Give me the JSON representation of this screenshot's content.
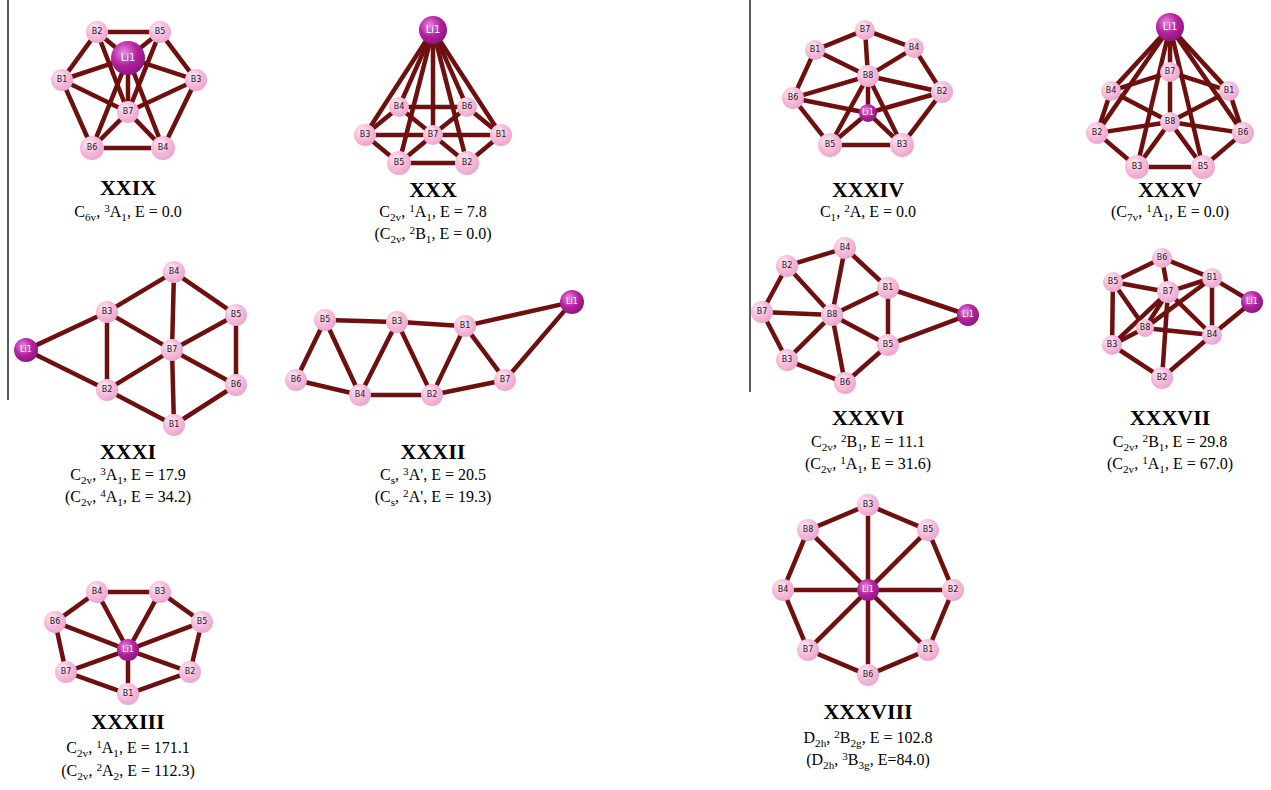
{
  "diagram": {
    "nodes": [
      {
        "text": [
          "Li1"
        ]
      },
      {
        "text": [
          "B2"
        ]
      },
      {
        "text": [
          "B5"
        ]
      },
      {
        "text": [
          "B1"
        ]
      },
      {
        "text": [
          "B3"
        ]
      },
      {
        "text": [
          "B7"
        ]
      },
      {
        "text": [
          "B6"
        ]
      },
      {
        "text": [
          "B4"
        ]
      },
      {
        "text": [
          "Li1"
        ]
      },
      {
        "text": [
          "B4"
        ]
      },
      {
        "text": [
          "B6"
        ]
      },
      {
        "text": [
          "B3"
        ]
      },
      {
        "text": [
          "B7"
        ]
      },
      {
        "text": [
          "B1"
        ]
      },
      {
        "text": [
          "B5"
        ]
      },
      {
        "text": [
          "B2"
        ]
      },
      {
        "text": [
          "Li1"
        ]
      },
      {
        "text": [
          "B4"
        ]
      },
      {
        "text": [
          "B3"
        ]
      },
      {
        "text": [
          "B5"
        ]
      },
      {
        "text": [
          "B7"
        ]
      },
      {
        "text": [
          "B2"
        ]
      },
      {
        "text": [
          "B6"
        ]
      },
      {
        "text": [
          "B1"
        ]
      },
      {
        "text": [
          "B5"
        ]
      },
      {
        "text": [
          "B3"
        ]
      },
      {
        "text": [
          "B1"
        ]
      },
      {
        "text": [
          "Li1"
        ]
      },
      {
        "text": [
          "B6"
        ]
      },
      {
        "text": [
          "B4"
        ]
      },
      {
        "text": [
          "B2"
        ]
      },
      {
        "text": [
          "B7"
        ]
      },
      {
        "text": [
          "B4"
        ]
      },
      {
        "text": [
          "B3"
        ]
      },
      {
        "text": [
          "B6"
        ]
      },
      {
        "text": [
          "B5"
        ]
      },
      {
        "text": [
          "Li1"
        ]
      },
      {
        "text": [
          "B7"
        ]
      },
      {
        "text": [
          "B2"
        ]
      },
      {
        "text": [
          "B1"
        ]
      },
      {
        "text": [
          "B7"
        ]
      },
      {
        "text": [
          "B1"
        ]
      },
      {
        "text": [
          "B4"
        ]
      },
      {
        "text": [
          "B8"
        ]
      },
      {
        "text": [
          "B6"
        ]
      },
      {
        "text": [
          "B2"
        ]
      },
      {
        "text": [
          "Li1"
        ]
      },
      {
        "text": [
          "B5"
        ]
      },
      {
        "text": [
          "B3"
        ]
      },
      {
        "text": [
          "Li1"
        ]
      },
      {
        "text": [
          "B7"
        ]
      },
      {
        "text": [
          "B4"
        ]
      },
      {
        "text": [
          "B1"
        ]
      },
      {
        "text": [
          "B2"
        ]
      },
      {
        "text": [
          "B8"
        ]
      },
      {
        "text": [
          "B6"
        ]
      },
      {
        "text": [
          "B3"
        ]
      },
      {
        "text": [
          "B5"
        ]
      },
      {
        "text": [
          "B4"
        ]
      },
      {
        "text": [
          "B2"
        ]
      },
      {
        "text": [
          "B1"
        ]
      },
      {
        "text": [
          "B7"
        ]
      },
      {
        "text": [
          "B8"
        ]
      },
      {
        "text": [
          "Li1"
        ]
      },
      {
        "text": [
          "B5"
        ]
      },
      {
        "text": [
          "B3"
        ]
      },
      {
        "text": [
          "B6"
        ]
      },
      {
        "text": [
          "B6"
        ]
      },
      {
        "text": [
          "B5"
        ]
      },
      {
        "text": [
          "B1"
        ]
      },
      {
        "text": [
          "B7"
        ]
      },
      {
        "text": [
          "B8"
        ]
      },
      {
        "text": [
          "Li1"
        ]
      },
      {
        "text": [
          "B3"
        ]
      },
      {
        "text": [
          "B4"
        ]
      },
      {
        "text": [
          "B2"
        ]
      },
      {
        "text": [
          "B3"
        ]
      },
      {
        "text": [
          "B8"
        ]
      },
      {
        "text": [
          "B5"
        ]
      },
      {
        "text": [
          "B4"
        ]
      },
      {
        "text": [
          "Li1"
        ]
      },
      {
        "text": [
          "B2"
        ]
      },
      {
        "text": [
          "B7"
        ]
      },
      {
        "text": [
          "B1"
        ]
      },
      {
        "text": [
          "B6"
        ]
      }
    ],
    "edges": [
      {
        "from": 3,
        "to": 1,
        "arrow": "none"
      },
      {
        "from": 1,
        "to": 2,
        "arrow": "none"
      },
      {
        "from": 2,
        "to": 4,
        "arrow": "none"
      },
      {
        "from": 4,
        "to": 7,
        "arrow": "none"
      },
      {
        "from": 7,
        "to": 6,
        "arrow": "none"
      },
      {
        "from": 6,
        "to": 3,
        "arrow": "none"
      },
      {
        "from": 5,
        "to": 3,
        "arrow": "none"
      },
      {
        "from": 5,
        "to": 1,
        "arrow": "none"
      },
      {
        "from": 5,
        "to": 2,
        "arrow": "none"
      },
      {
        "from": 5,
        "to": 4,
        "arrow": "none"
      },
      {
        "from": 5,
        "to": 7,
        "arrow": "none"
      },
      {
        "from": 5,
        "to": 6,
        "arrow": "none"
      },
      {
        "from": 0,
        "to": 3,
        "arrow": "none"
      },
      {
        "from": 0,
        "to": 1,
        "arrow": "none"
      },
      {
        "from": 0,
        "to": 2,
        "arrow": "none"
      },
      {
        "from": 0,
        "to": 4,
        "arrow": "none"
      },
      {
        "from": 0,
        "to": 7,
        "arrow": "none"
      },
      {
        "from": 0,
        "to": 6,
        "arrow": "none"
      },
      {
        "from": 0,
        "to": 5,
        "arrow": "none"
      },
      {
        "from": 11,
        "to": 9,
        "arrow": "none"
      },
      {
        "from": 9,
        "to": 10,
        "arrow": "none"
      },
      {
        "from": 10,
        "to": 13,
        "arrow": "none"
      },
      {
        "from": 13,
        "to": 15,
        "arrow": "none"
      },
      {
        "from": 15,
        "to": 14,
        "arrow": "none"
      },
      {
        "from": 14,
        "to": 11,
        "arrow": "none"
      },
      {
        "from": 12,
        "to": 9,
        "arrow": "none"
      },
      {
        "from": 12,
        "to": 10,
        "arrow": "none"
      },
      {
        "from": 12,
        "to": 11,
        "arrow": "none"
      },
      {
        "from": 12,
        "to": 13,
        "arrow": "none"
      },
      {
        "from": 12,
        "to": 14,
        "arrow": "none"
      },
      {
        "from": 12,
        "to": 15,
        "arrow": "none"
      },
      {
        "from": 8,
        "to": 9,
        "arrow": "none"
      },
      {
        "from": 8,
        "to": 10,
        "arrow": "none"
      },
      {
        "from": 8,
        "to": 11,
        "arrow": "none"
      },
      {
        "from": 8,
        "to": 13,
        "arrow": "none"
      },
      {
        "from": 8,
        "to": 14,
        "arrow": "none"
      },
      {
        "from": 8,
        "to": 15,
        "arrow": "none"
      },
      {
        "from": 8,
        "to": 12,
        "arrow": "none"
      },
      {
        "from": 16,
        "to": 18,
        "arrow": "none"
      },
      {
        "from": 16,
        "to": 21,
        "arrow": "none"
      },
      {
        "from": 18,
        "to": 21,
        "arrow": "none"
      },
      {
        "from": 18,
        "to": 17,
        "arrow": "none"
      },
      {
        "from": 17,
        "to": 19,
        "arrow": "none"
      },
      {
        "from": 19,
        "to": 22,
        "arrow": "none"
      },
      {
        "from": 22,
        "to": 23,
        "arrow": "none"
      },
      {
        "from": 23,
        "to": 21,
        "arrow": "none"
      },
      {
        "from": 20,
        "to": 18,
        "arrow": "none"
      },
      {
        "from": 20,
        "to": 17,
        "arrow": "none"
      },
      {
        "from": 20,
        "to": 19,
        "arrow": "none"
      },
      {
        "from": 20,
        "to": 22,
        "arrow": "none"
      },
      {
        "from": 20,
        "to": 23,
        "arrow": "none"
      },
      {
        "from": 20,
        "to": 21,
        "arrow": "none"
      },
      {
        "from": 24,
        "to": 25,
        "arrow": "none"
      },
      {
        "from": 25,
        "to": 26,
        "arrow": "none"
      },
      {
        "from": 24,
        "to": 28,
        "arrow": "none"
      },
      {
        "from": 28,
        "to": 29,
        "arrow": "none"
      },
      {
        "from": 24,
        "to": 29,
        "arrow": "none"
      },
      {
        "from": 29,
        "to": 25,
        "arrow": "none"
      },
      {
        "from": 25,
        "to": 30,
        "arrow": "none"
      },
      {
        "from": 29,
        "to": 30,
        "arrow": "none"
      },
      {
        "from": 30,
        "to": 26,
        "arrow": "none"
      },
      {
        "from": 30,
        "to": 31,
        "arrow": "none"
      },
      {
        "from": 26,
        "to": 31,
        "arrow": "none"
      },
      {
        "from": 26,
        "to": 27,
        "arrow": "none"
      },
      {
        "from": 31,
        "to": 27,
        "arrow": "none"
      },
      {
        "from": 32,
        "to": 33,
        "arrow": "none"
      },
      {
        "from": 33,
        "to": 35,
        "arrow": "none"
      },
      {
        "from": 35,
        "to": 38,
        "arrow": "none"
      },
      {
        "from": 38,
        "to": 39,
        "arrow": "none"
      },
      {
        "from": 39,
        "to": 37,
        "arrow": "none"
      },
      {
        "from": 37,
        "to": 34,
        "arrow": "none"
      },
      {
        "from": 34,
        "to": 32,
        "arrow": "none"
      },
      {
        "from": 36,
        "to": 32,
        "arrow": "none"
      },
      {
        "from": 36,
        "to": 33,
        "arrow": "none"
      },
      {
        "from": 36,
        "to": 34,
        "arrow": "none"
      },
      {
        "from": 36,
        "to": 35,
        "arrow": "none"
      },
      {
        "from": 36,
        "to": 37,
        "arrow": "none"
      },
      {
        "from": 36,
        "to": 38,
        "arrow": "none"
      },
      {
        "from": 36,
        "to": 39,
        "arrow": "none"
      },
      {
        "from": 40,
        "to": 42,
        "arrow": "none"
      },
      {
        "from": 42,
        "to": 45,
        "arrow": "none"
      },
      {
        "from": 45,
        "to": 48,
        "arrow": "none"
      },
      {
        "from": 48,
        "to": 47,
        "arrow": "none"
      },
      {
        "from": 47,
        "to": 44,
        "arrow": "none"
      },
      {
        "from": 44,
        "to": 41,
        "arrow": "none"
      },
      {
        "from": 41,
        "to": 40,
        "arrow": "none"
      },
      {
        "from": 43,
        "to": 40,
        "arrow": "none"
      },
      {
        "from": 43,
        "to": 41,
        "arrow": "none"
      },
      {
        "from": 43,
        "to": 42,
        "arrow": "none"
      },
      {
        "from": 43,
        "to": 44,
        "arrow": "none"
      },
      {
        "from": 43,
        "to": 45,
        "arrow": "none"
      },
      {
        "from": 43,
        "to": 47,
        "arrow": "none"
      },
      {
        "from": 43,
        "to": 48,
        "arrow": "none"
      },
      {
        "from": 46,
        "to": 43,
        "arrow": "none"
      },
      {
        "from": 46,
        "to": 44,
        "arrow": "none"
      },
      {
        "from": 46,
        "to": 45,
        "arrow": "none"
      },
      {
        "from": 46,
        "to": 47,
        "arrow": "none"
      },
      {
        "from": 46,
        "to": 48,
        "arrow": "none"
      },
      {
        "from": 53,
        "to": 51,
        "arrow": "none"
      },
      {
        "from": 51,
        "to": 50,
        "arrow": "none"
      },
      {
        "from": 50,
        "to": 52,
        "arrow": "none"
      },
      {
        "from": 52,
        "to": 55,
        "arrow": "none"
      },
      {
        "from": 55,
        "to": 57,
        "arrow": "none"
      },
      {
        "from": 57,
        "to": 56,
        "arrow": "none"
      },
      {
        "from": 56,
        "to": 53,
        "arrow": "none"
      },
      {
        "from": 54,
        "to": 53,
        "arrow": "none"
      },
      {
        "from": 54,
        "to": 51,
        "arrow": "none"
      },
      {
        "from": 54,
        "to": 50,
        "arrow": "none"
      },
      {
        "from": 54,
        "to": 52,
        "arrow": "none"
      },
      {
        "from": 54,
        "to": 55,
        "arrow": "none"
      },
      {
        "from": 54,
        "to": 57,
        "arrow": "none"
      },
      {
        "from": 54,
        "to": 56,
        "arrow": "none"
      },
      {
        "from": 49,
        "to": 53,
        "arrow": "none"
      },
      {
        "from": 49,
        "to": 51,
        "arrow": "none"
      },
      {
        "from": 49,
        "to": 50,
        "arrow": "none"
      },
      {
        "from": 49,
        "to": 52,
        "arrow": "none"
      },
      {
        "from": 49,
        "to": 55,
        "arrow": "none"
      },
      {
        "from": 49,
        "to": 57,
        "arrow": "none"
      },
      {
        "from": 49,
        "to": 56,
        "arrow": "none"
      },
      {
        "from": 58,
        "to": 59,
        "arrow": "none"
      },
      {
        "from": 59,
        "to": 61,
        "arrow": "none"
      },
      {
        "from": 61,
        "to": 65,
        "arrow": "none"
      },
      {
        "from": 65,
        "to": 66,
        "arrow": "none"
      },
      {
        "from": 66,
        "to": 64,
        "arrow": "none"
      },
      {
        "from": 64,
        "to": 60,
        "arrow": "none"
      },
      {
        "from": 60,
        "to": 58,
        "arrow": "none"
      },
      {
        "from": 62,
        "to": 58,
        "arrow": "none"
      },
      {
        "from": 62,
        "to": 59,
        "arrow": "none"
      },
      {
        "from": 62,
        "to": 60,
        "arrow": "none"
      },
      {
        "from": 62,
        "to": 61,
        "arrow": "none"
      },
      {
        "from": 62,
        "to": 64,
        "arrow": "none"
      },
      {
        "from": 62,
        "to": 65,
        "arrow": "none"
      },
      {
        "from": 62,
        "to": 66,
        "arrow": "none"
      },
      {
        "from": 60,
        "to": 63,
        "arrow": "none"
      },
      {
        "from": 64,
        "to": 63,
        "arrow": "none"
      },
      {
        "from": 67,
        "to": 68,
        "arrow": "none"
      },
      {
        "from": 67,
        "to": 69,
        "arrow": "none"
      },
      {
        "from": 68,
        "to": 73,
        "arrow": "none"
      },
      {
        "from": 73,
        "to": 75,
        "arrow": "none"
      },
      {
        "from": 75,
        "to": 74,
        "arrow": "none"
      },
      {
        "from": 74,
        "to": 69,
        "arrow": "none"
      },
      {
        "from": 70,
        "to": 67,
        "arrow": "none"
      },
      {
        "from": 70,
        "to": 68,
        "arrow": "none"
      },
      {
        "from": 70,
        "to": 69,
        "arrow": "none"
      },
      {
        "from": 70,
        "to": 73,
        "arrow": "none"
      },
      {
        "from": 70,
        "to": 75,
        "arrow": "none"
      },
      {
        "from": 70,
        "to": 74,
        "arrow": "none"
      },
      {
        "from": 70,
        "to": 71,
        "arrow": "none"
      },
      {
        "from": 71,
        "to": 68,
        "arrow": "none"
      },
      {
        "from": 71,
        "to": 73,
        "arrow": "none"
      },
      {
        "from": 71,
        "to": 74,
        "arrow": "none"
      },
      {
        "from": 71,
        "to": 69,
        "arrow": "none"
      },
      {
        "from": 69,
        "to": 72,
        "arrow": "none"
      },
      {
        "from": 74,
        "to": 72,
        "arrow": "none"
      },
      {
        "from": 76,
        "to": 78,
        "arrow": "none"
      },
      {
        "from": 78,
        "to": 81,
        "arrow": "none"
      },
      {
        "from": 81,
        "to": 83,
        "arrow": "none"
      },
      {
        "from": 83,
        "to": 84,
        "arrow": "none"
      },
      {
        "from": 84,
        "to": 82,
        "arrow": "none"
      },
      {
        "from": 82,
        "to": 79,
        "arrow": "none"
      },
      {
        "from": 79,
        "to": 77,
        "arrow": "none"
      },
      {
        "from": 77,
        "to": 76,
        "arrow": "none"
      },
      {
        "from": 80,
        "to": 76,
        "arrow": "none"
      },
      {
        "from": 80,
        "to": 77,
        "arrow": "none"
      },
      {
        "from": 80,
        "to": 78,
        "arrow": "none"
      },
      {
        "from": 80,
        "to": 79,
        "arrow": "none"
      },
      {
        "from": 80,
        "to": 81,
        "arrow": "none"
      },
      {
        "from": 80,
        "to": 82,
        "arrow": "none"
      },
      {
        "from": 80,
        "to": 83,
        "arrow": "none"
      },
      {
        "from": 80,
        "to": 84,
        "arrow": "none"
      }
    ],
    "labels": [
      "XXIX",
      "C6v, 3A1, E = 0.0",
      "XXX",
      "C2v, 1A1, E = 7.8",
      "(C2v, 2B1, E = 0.0)",
      "XXXI",
      "C2v, 3A1, E = 17.9",
      "(C2v, 4A1, E = 34.2)",
      "XXXII",
      "Cs, 3A', E = 20.5",
      "(Cs, 2A', E = 19.3)",
      "XXXIII",
      "C2v, 1A1, E = 171.1",
      "(C2v, 2A2, E = 112.3)",
      "XXXIV",
      "C1, 2A, E = 0.0",
      "XXXV",
      "(C7v, 1A1, E = 0.0)",
      "XXXVI",
      "C2v, 2B1, E = 11.1",
      "(C2v, 1A1, E = 31.6)",
      "XXXVII",
      "C2v, 2B1, E = 29.8",
      "(C2v, 1A1, E = 67.0)",
      "XXXVIII",
      "D2h, 2B2g, E = 102.8",
      "(D2h, 3B3g, E=84.0)"
    ]
  }
}
